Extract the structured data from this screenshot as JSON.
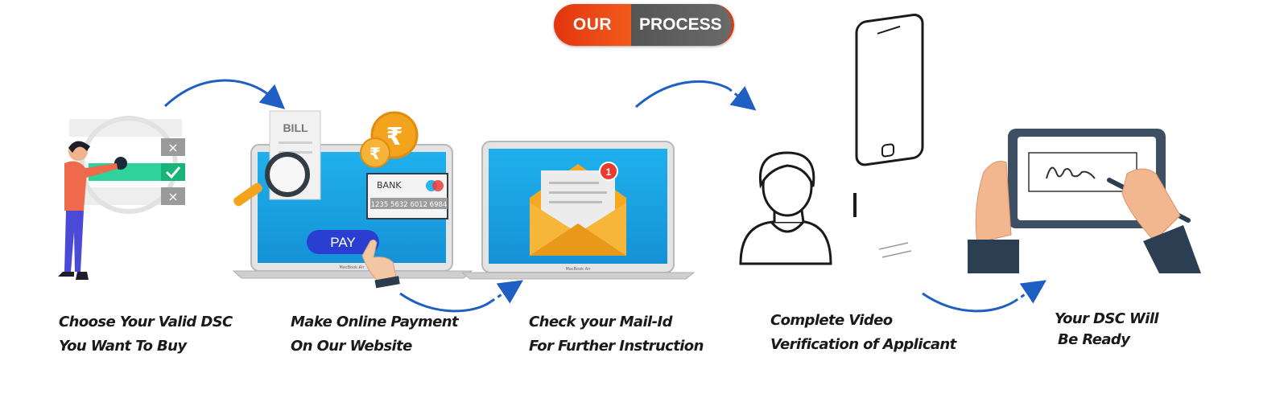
{
  "header": {
    "our": "OUR",
    "process": "PROCESS"
  },
  "colors": {
    "screen": "#1aa3e6",
    "arrow": "#1f5fc4",
    "accent": "#e2360f",
    "envelope": "#f7a822",
    "coin": "#f4a31c"
  },
  "steps": [
    {
      "line1": "Choose Your Valid DSC",
      "line2": "You Want To Buy"
    },
    {
      "line1": "Make Online Payment",
      "line2": "On Our Website"
    },
    {
      "line1": "Check your Mail-Id",
      "line2": "For Further Instruction"
    },
    {
      "line1": "Complete Video",
      "line2": "Verification of Applicant"
    },
    {
      "line1": "Your DSC Will",
      "line2": "Be Ready"
    }
  ],
  "illustrations": {
    "bill_text": "BILL",
    "rupee": "₹",
    "bank_text": "BANK",
    "card_number": "1235 5632 6012 6984",
    "pay_text": "PAY",
    "laptop_brand": "MacBook Air",
    "mail_count": "1"
  }
}
